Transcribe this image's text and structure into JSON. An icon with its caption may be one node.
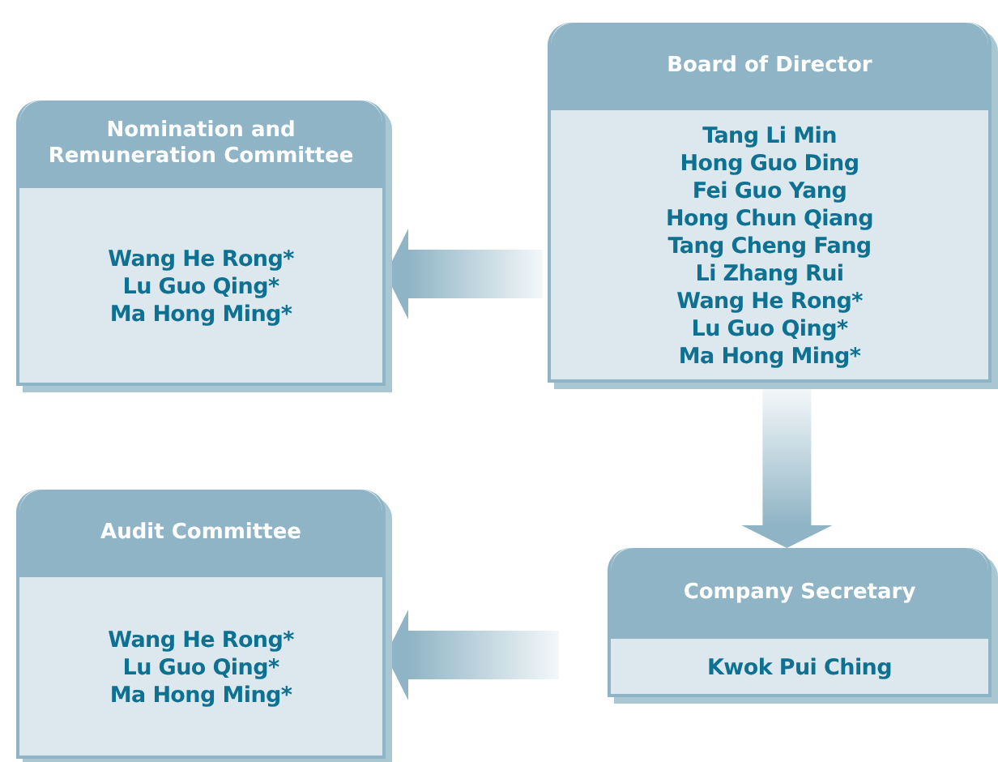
{
  "diagram": {
    "nodes": [
      {
        "text": [
          "Board of Director",
          "Tang Li Min",
          "Hong Guo Ding",
          "Fei Guo Yang",
          "Hong Chun Qiang",
          "Tang Cheng Fang",
          "Li Zhang Rui",
          "Wang He Rong*",
          "Lu Guo Qing*",
          "Ma Hong Ming*"
        ]
      },
      {
        "text": [
          "Nomination and Remuneration Committee",
          "Wang He Rong*",
          "Lu Guo Qing*",
          "Ma Hong Ming*"
        ]
      },
      {
        "text": [
          "Company Secretary",
          "Kwok Pui Ching"
        ]
      },
      {
        "text": [
          "Audit Committee",
          "Wang He Rong*",
          "Lu Guo Qing*",
          "Ma Hong Ming*"
        ]
      }
    ],
    "edges": [
      {
        "from": 0,
        "to": 1,
        "arrow": "to",
        "style": "thick"
      },
      {
        "from": 0,
        "to": 2,
        "arrow": "to",
        "style": "thick"
      },
      {
        "from": null,
        "to": 3,
        "arrow": "to",
        "style": "thick"
      }
    ]
  }
}
